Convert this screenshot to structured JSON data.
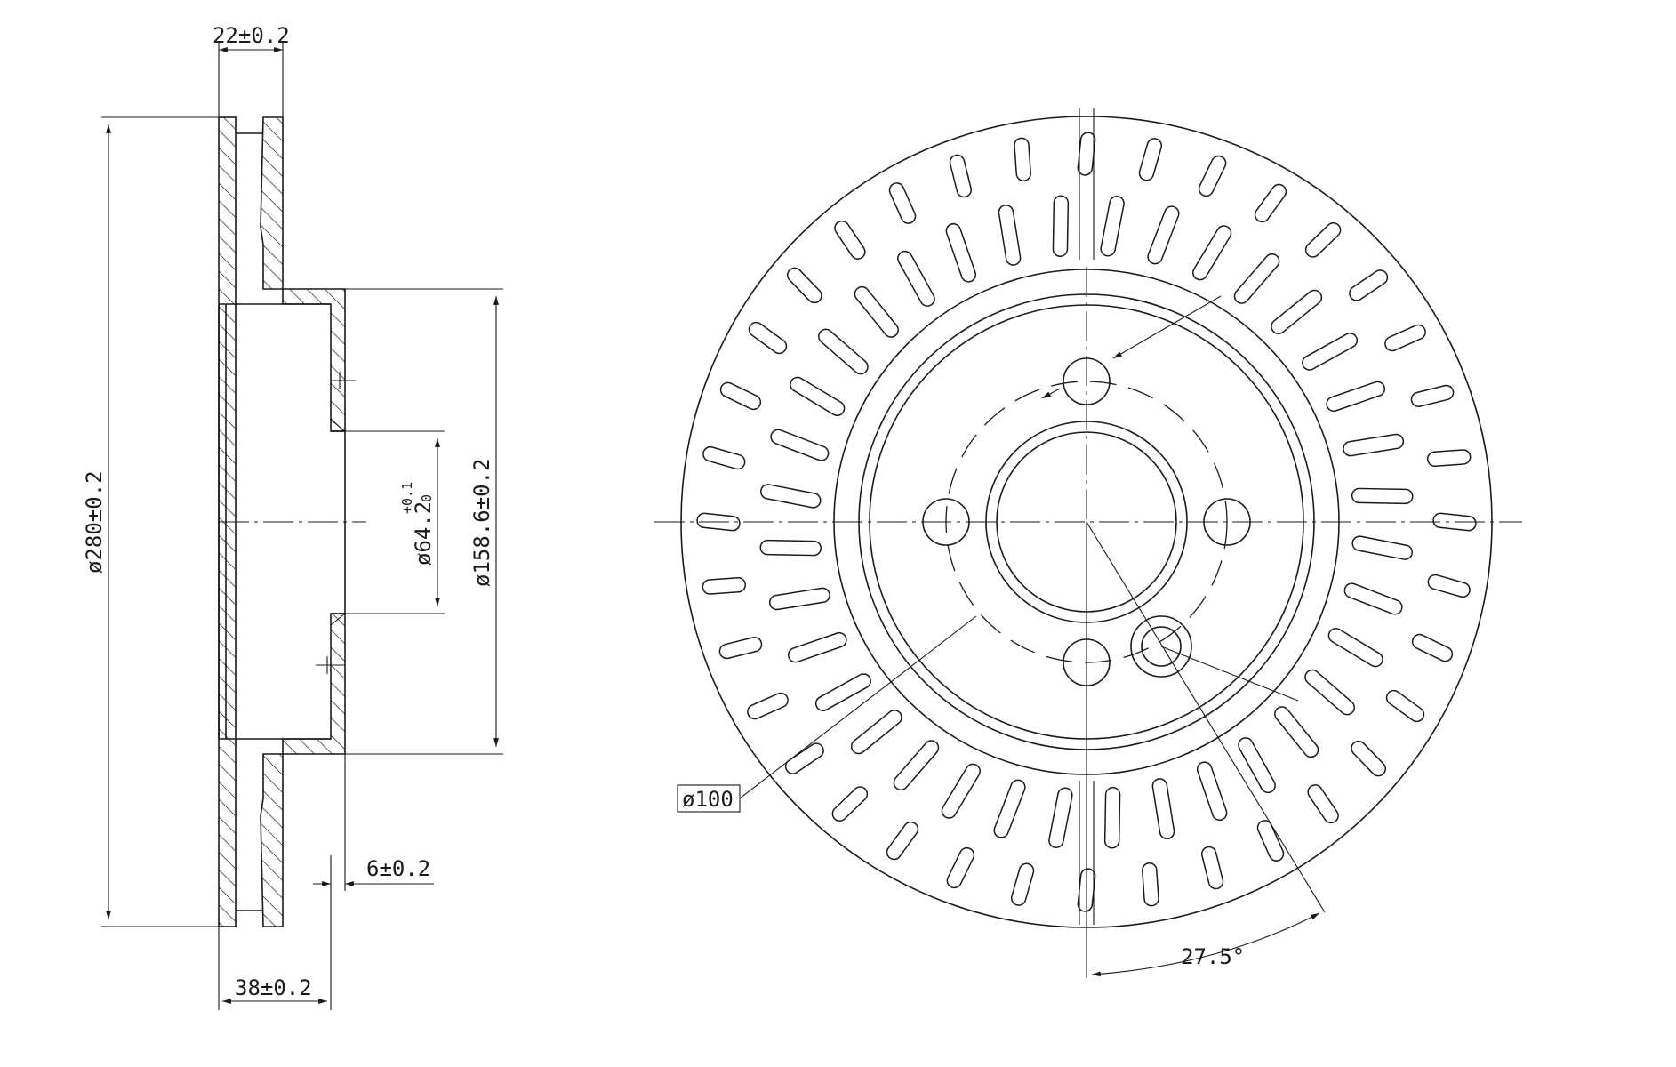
{
  "drawing": {
    "side_view": {
      "dim_outer_diameter": "ø280±0.2",
      "dim_hat_diameter": "ø158.6±0.2",
      "dim_bore_diameter": "ø64.2",
      "dim_bore_tol_upper": "+0.1",
      "dim_bore_tol_lower": "0",
      "dim_disc_thickness": "22±0.2",
      "dim_overall_height": "38±0.2",
      "dim_hat_wall": "6±0.2"
    },
    "front_view": {
      "dim_pcd": "ø100",
      "dim_angle": "27.5°",
      "bolt_holes": 4,
      "vent_slots_per_ring": 36
    }
  }
}
